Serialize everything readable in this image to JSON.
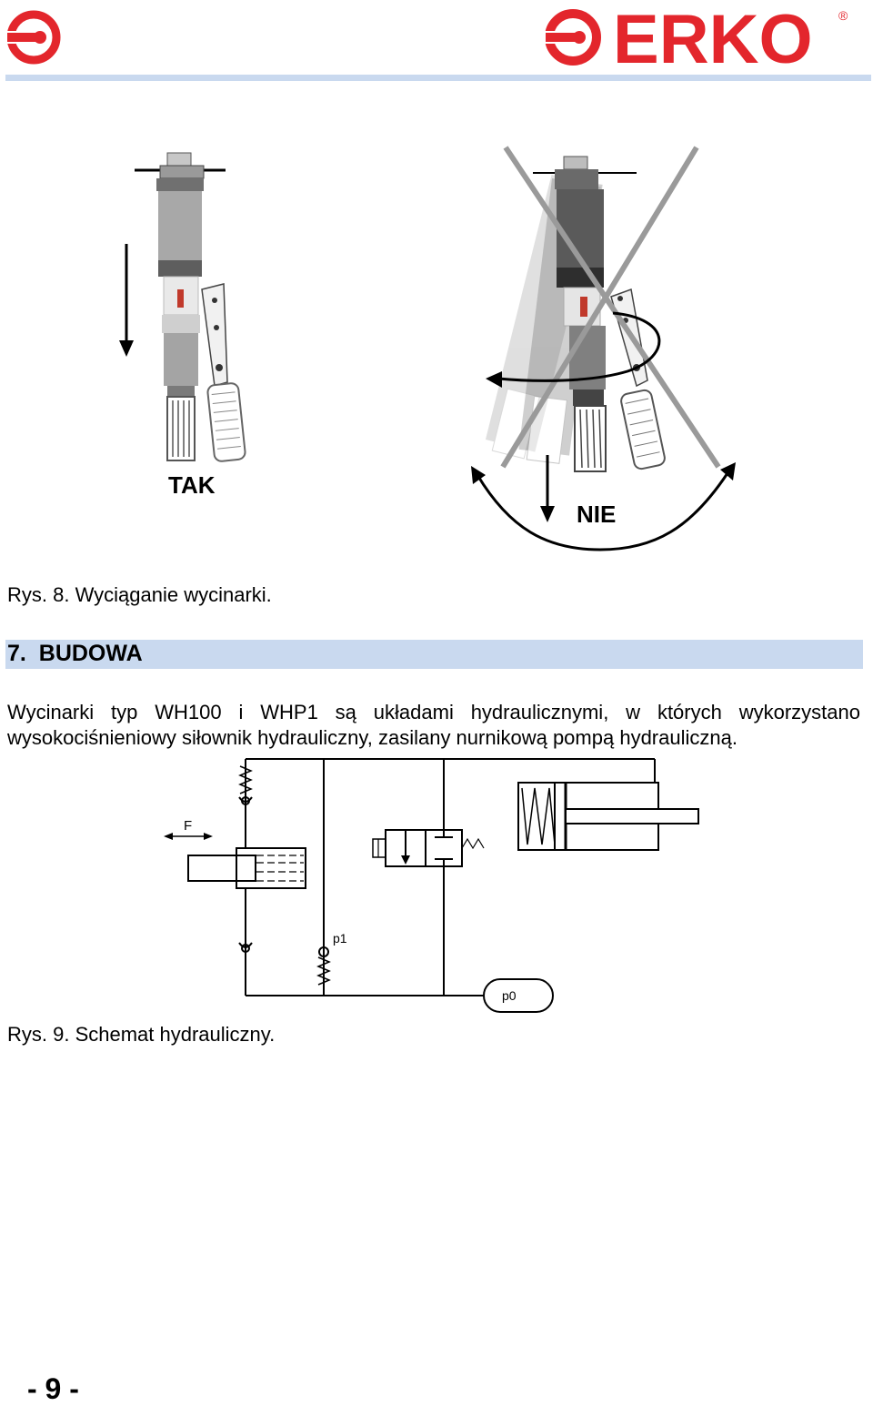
{
  "header": {
    "brand": "ERKO",
    "registered_mark": "®",
    "brand_color": "#e3262c",
    "rule_color": "#c9d9ef"
  },
  "figure8": {
    "label_ok": "TAK",
    "label_wrong": "NIE",
    "caption": "Rys. 8. Wyciąganie wycinarki."
  },
  "section": {
    "number": "7.",
    "title": "BUDOWA"
  },
  "body": {
    "paragraph": "Wycinarki typ WH100 i WHP1 są układami hydraulicznymi, w których wykorzystano wysokociśnieniowy siłownik hydrauliczny, zasilany nurnikową pompą hydrauliczną."
  },
  "figure9": {
    "label_force": "F",
    "label_p1": "p1",
    "label_p0": "p0",
    "caption": "Rys. 9. Schemat hydrauliczny."
  },
  "footer": {
    "page_number": "- 9 -"
  }
}
